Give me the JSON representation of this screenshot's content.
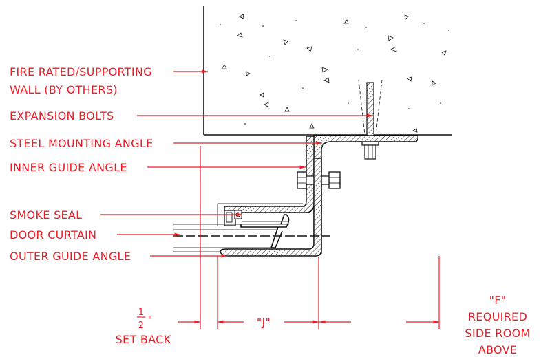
{
  "labels": {
    "wall_line1": "FIRE RATED/SUPPORTING",
    "wall_line2": "WALL (BY OTHERS)",
    "expansion_bolts": "EXPANSION BOLTS",
    "steel_mounting_angle": "STEEL MOUNTING ANGLE",
    "inner_guide_angle": "INNER GUIDE ANGLE",
    "smoke_seal": "SMOKE SEAL",
    "door_curtain": "DOOR CURTAIN",
    "outer_guide_angle": "OUTER GUIDE ANGLE"
  },
  "dimensions": {
    "setback_numerator": "1",
    "setback_denominator": "2",
    "setback_inch_mark": "\"",
    "setback_label": "SET BACK",
    "j_label": "\"J\"",
    "f_label": "\"F\"",
    "f_line2": "REQUIRED",
    "f_line3": "SIDE ROOM",
    "f_line4": "ABOVE"
  },
  "colors": {
    "annotation": "#ee1c25",
    "linework": "#111111"
  }
}
